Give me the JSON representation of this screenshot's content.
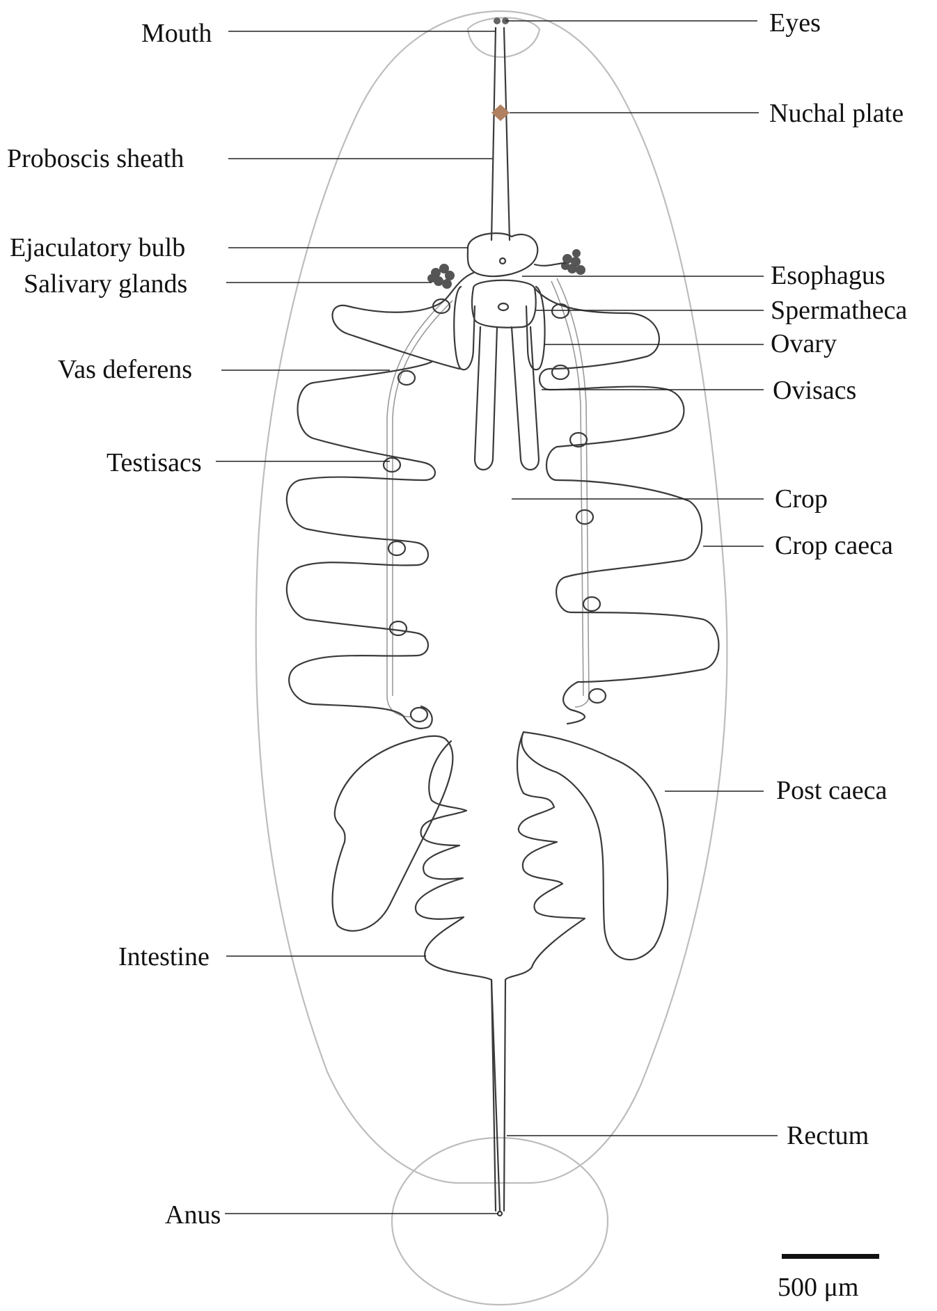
{
  "labels": {
    "mouth": "Mouth",
    "eyes": "Eyes",
    "nuchal_plate": "Nuchal plate",
    "proboscis_sheath": "Proboscis sheath",
    "ejaculatory_bulb": "Ejaculatory bulb",
    "salivary_glands": "Salivary glands",
    "esophagus": "Esophagus",
    "spermatheca": "Spermatheca",
    "ovary": "Ovary",
    "vas_deferens": "Vas deferens",
    "ovisacs": "Ovisacs",
    "testisacs": "Testisacs",
    "crop": "Crop",
    "crop_caeca": "Crop caeca",
    "post_caeca": "Post caeca",
    "intestine": "Intestine",
    "rectum": "Rectum",
    "anus": "Anus"
  },
  "scale_bar": {
    "label": "500 μm"
  },
  "colors": {
    "outline": "#3a3a3a",
    "body_outline": "#bdbdbd",
    "nuchal_plate": "#b08060",
    "glands": "#555555"
  }
}
